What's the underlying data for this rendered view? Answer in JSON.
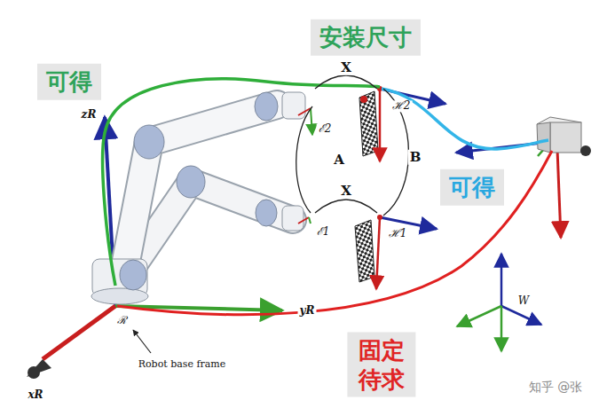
{
  "diagram": {
    "nodes": [
      {
        "text": [
          "安装尺寸"
        ]
      },
      {
        "text": [
          "可得"
        ]
      },
      {
        "text": [
          "可得"
        ]
      },
      {
        "text": [
          "固定 待求"
        ]
      }
    ],
    "labels": [
      "X",
      "X",
      "A",
      "B",
      "zR",
      "yR",
      "xR",
      "ℰ2",
      "ℋ2",
      "ℰ1",
      "ℋ1",
      "ℛ",
      "Robot base frame",
      "W",
      "知乎 @张"
    ]
  }
}
